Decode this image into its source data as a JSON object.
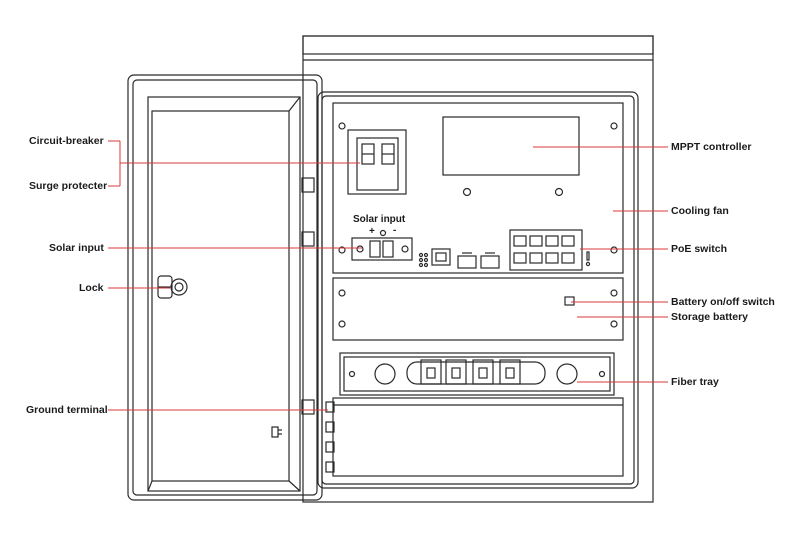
{
  "labels": {
    "left": {
      "circuit_breaker": "Circuit-breaker",
      "surge_protecter": "Surge protecter",
      "solar_input": "Solar input",
      "lock": "Lock",
      "ground_terminal": "Ground terminal"
    },
    "right": {
      "mppt_controller": "MPPT  controller",
      "cooling_fan": "Cooling fan",
      "poe_switch": "PoE switch",
      "battery_switch": "Battery on/off switch",
      "storage_battery": "Storage battery",
      "fiber_tray": "Fiber tray"
    },
    "panel": {
      "solar_input_title": "Solar input",
      "plus": "+",
      "minus": "-"
    }
  },
  "colors": {
    "leader_line": "#d93a3a",
    "outline": "#2a2a2a",
    "fill": "#ffffff"
  }
}
